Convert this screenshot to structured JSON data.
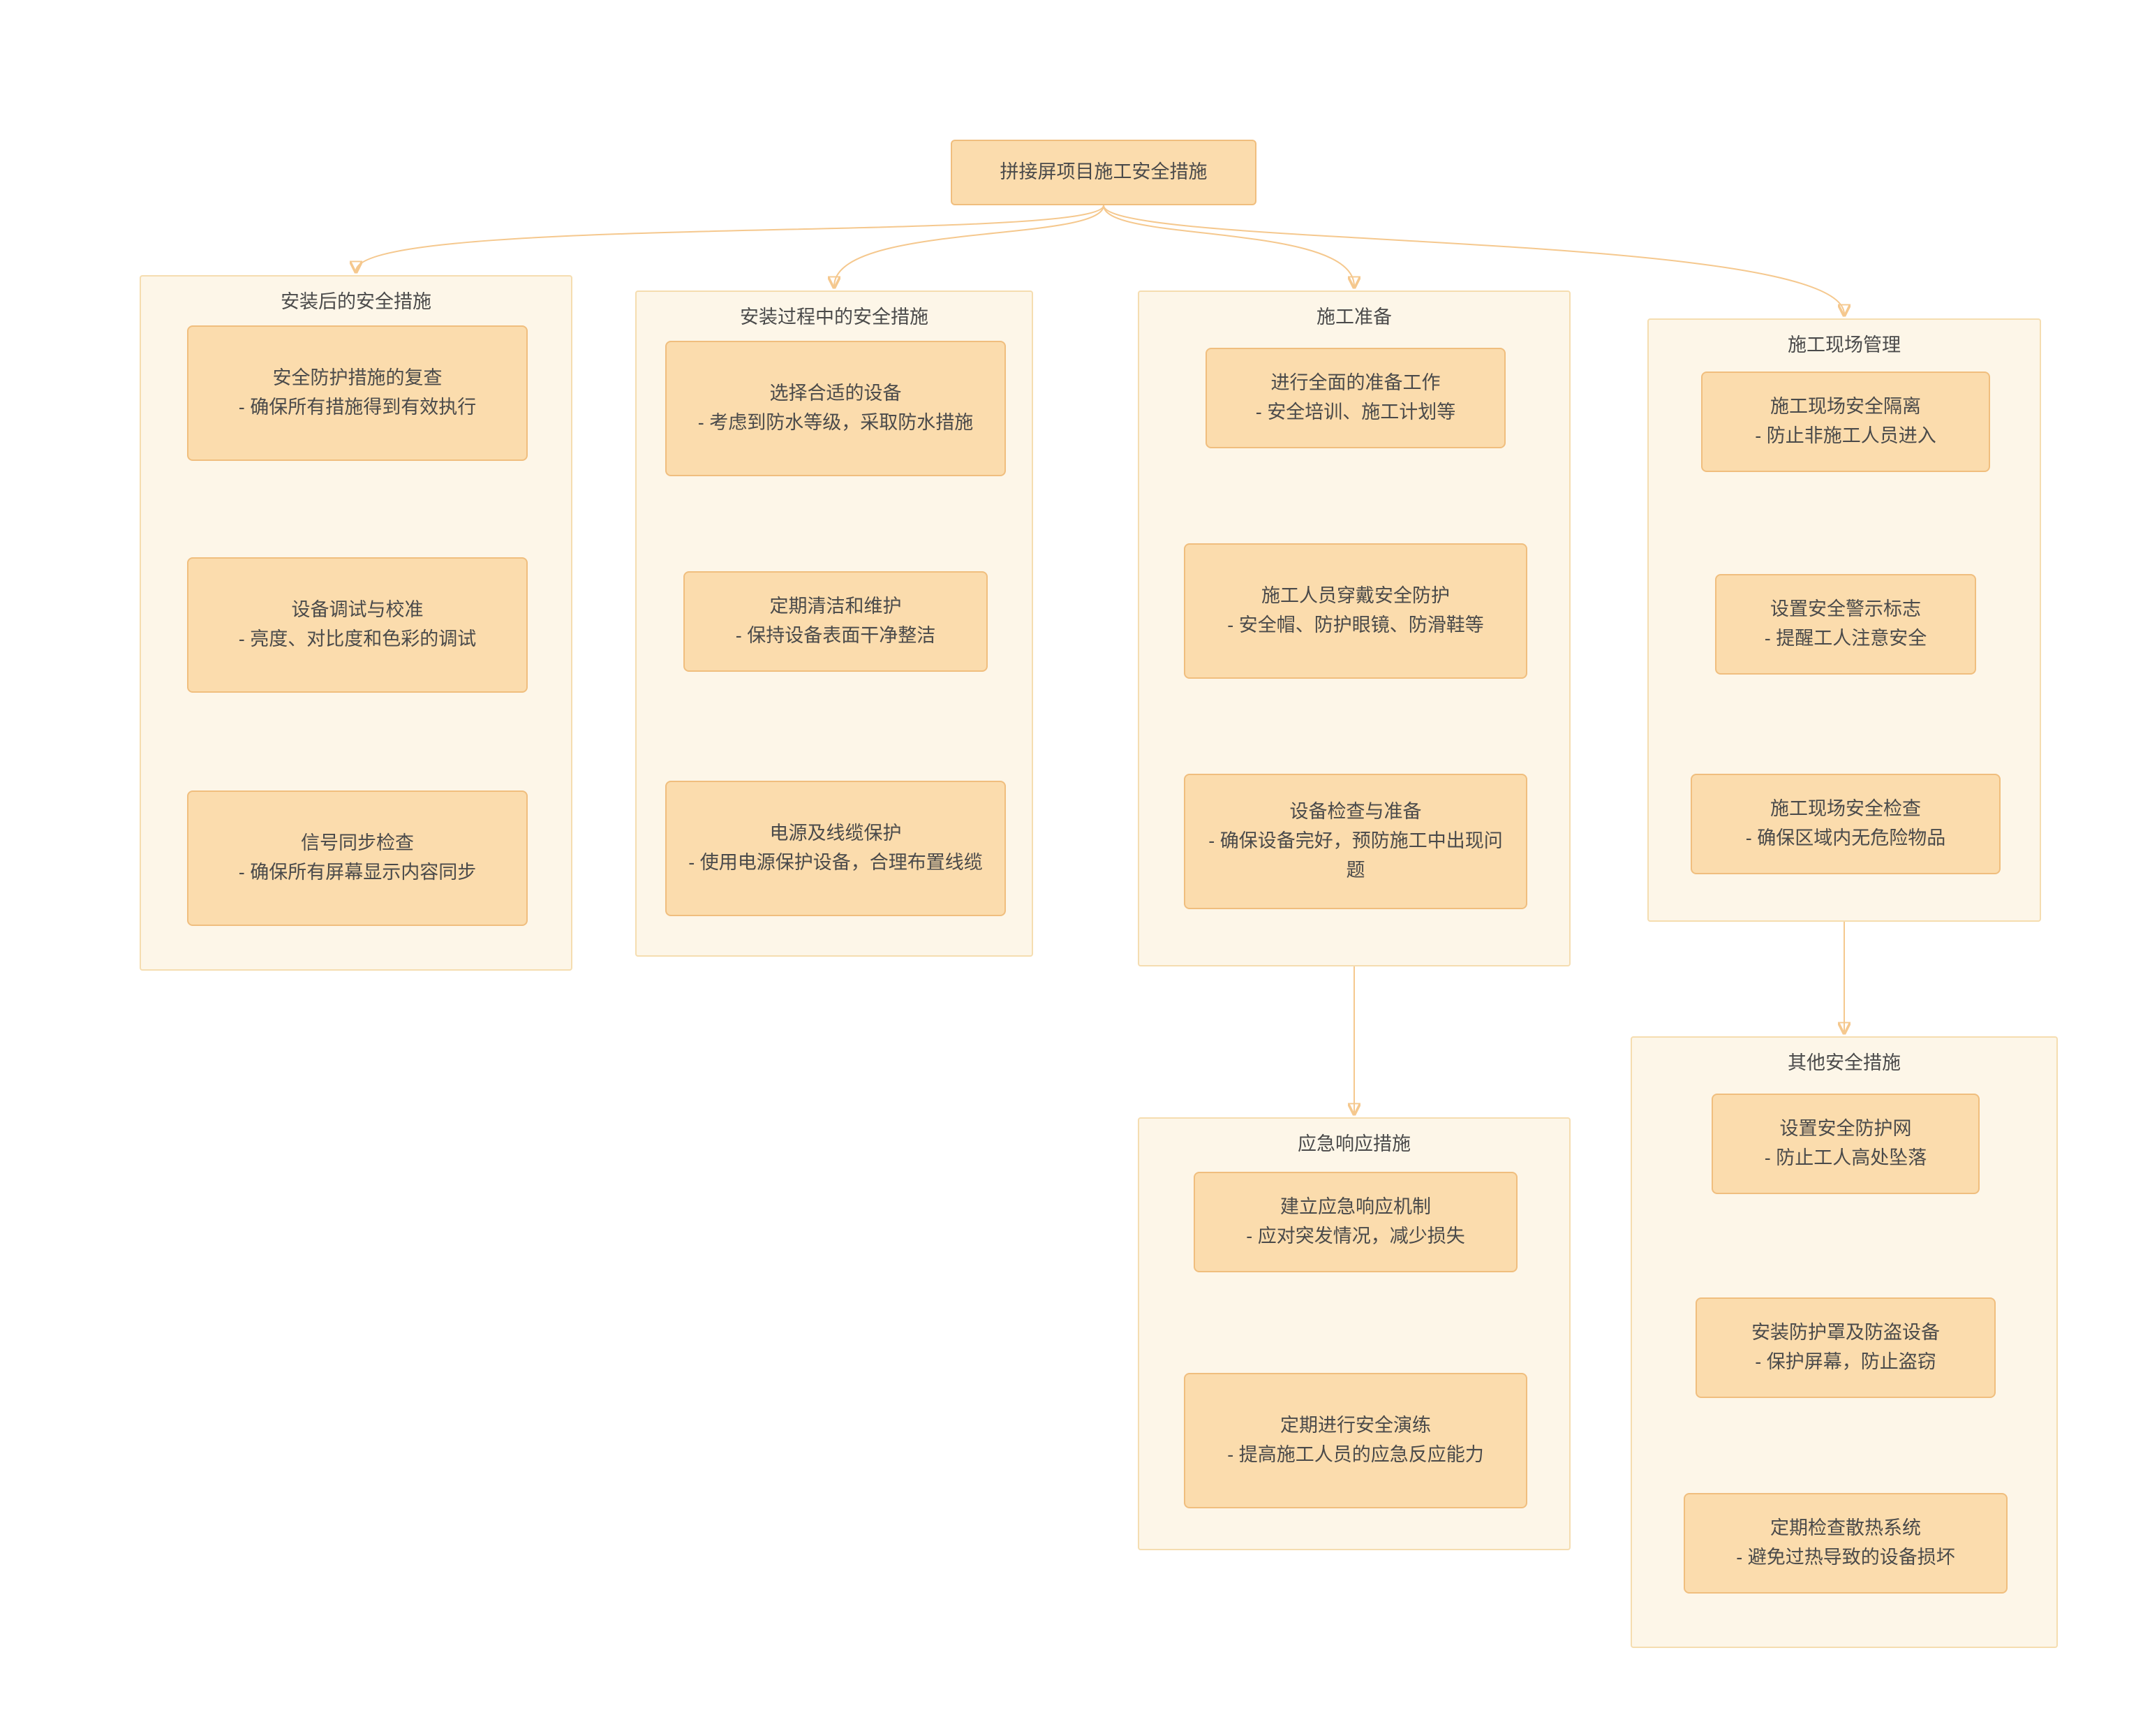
{
  "root": {
    "label": "拼接屏项目施工安全措施"
  },
  "groups": [
    {
      "title": "安装后的安全措施",
      "boxes": [
        {
          "title": "安全防护措施的复查",
          "desc": "- 确保所有措施得到有效执行"
        },
        {
          "title": "设备调试与校准",
          "desc": "- 亮度、对比度和色彩的调试"
        },
        {
          "title": "信号同步检查",
          "desc": "- 确保所有屏幕显示内容同步"
        }
      ]
    },
    {
      "title": "安装过程中的安全措施",
      "boxes": [
        {
          "title": "选择合适的设备",
          "desc": "- 考虑到防水等级，采取防水措施"
        },
        {
          "title": "定期清洁和维护",
          "desc": "- 保持设备表面干净整洁"
        },
        {
          "title": "电源及线缆保护",
          "desc": "- 使用电源保护设备，合理布置线缆"
        }
      ]
    },
    {
      "title": "施工准备",
      "boxes": [
        {
          "title": "进行全面的准备工作",
          "desc": "- 安全培训、施工计划等"
        },
        {
          "title": "施工人员穿戴安全防护",
          "desc": "- 安全帽、防护眼镜、防滑鞋等"
        },
        {
          "title": "设备检查与准备",
          "desc": "- 确保设备完好，预防施工中出现问题"
        }
      ]
    },
    {
      "title": "施工现场管理",
      "boxes": [
        {
          "title": "施工现场安全隔离",
          "desc": "- 防止非施工人员进入"
        },
        {
          "title": "设置安全警示标志",
          "desc": "- 提醒工人注意安全"
        },
        {
          "title": "施工现场安全检查",
          "desc": "- 确保区域内无危险物品"
        }
      ]
    },
    {
      "title": "应急响应措施",
      "boxes": [
        {
          "title": "建立应急响应机制",
          "desc": "- 应对突发情况，减少损失"
        },
        {
          "title": "定期进行安全演练",
          "desc": "- 提高施工人员的应急反应能力"
        }
      ]
    },
    {
      "title": "其他安全措施",
      "boxes": [
        {
          "title": "设置安全防护网",
          "desc": "- 防止工人高处坠落"
        },
        {
          "title": "安装防护罩及防盗设备",
          "desc": "- 保护屏幕，防止盗窃"
        },
        {
          "title": "定期检查散热系统",
          "desc": "- 避免过热导致的设备损坏"
        }
      ]
    }
  ],
  "colors": {
    "node_fill": "#fbdcad",
    "node_border": "#f0be7e",
    "container_fill": "#fdf6e8",
    "container_border": "#f5ddb0",
    "connector": "#f5c88e",
    "text": "#4a4a4a"
  }
}
